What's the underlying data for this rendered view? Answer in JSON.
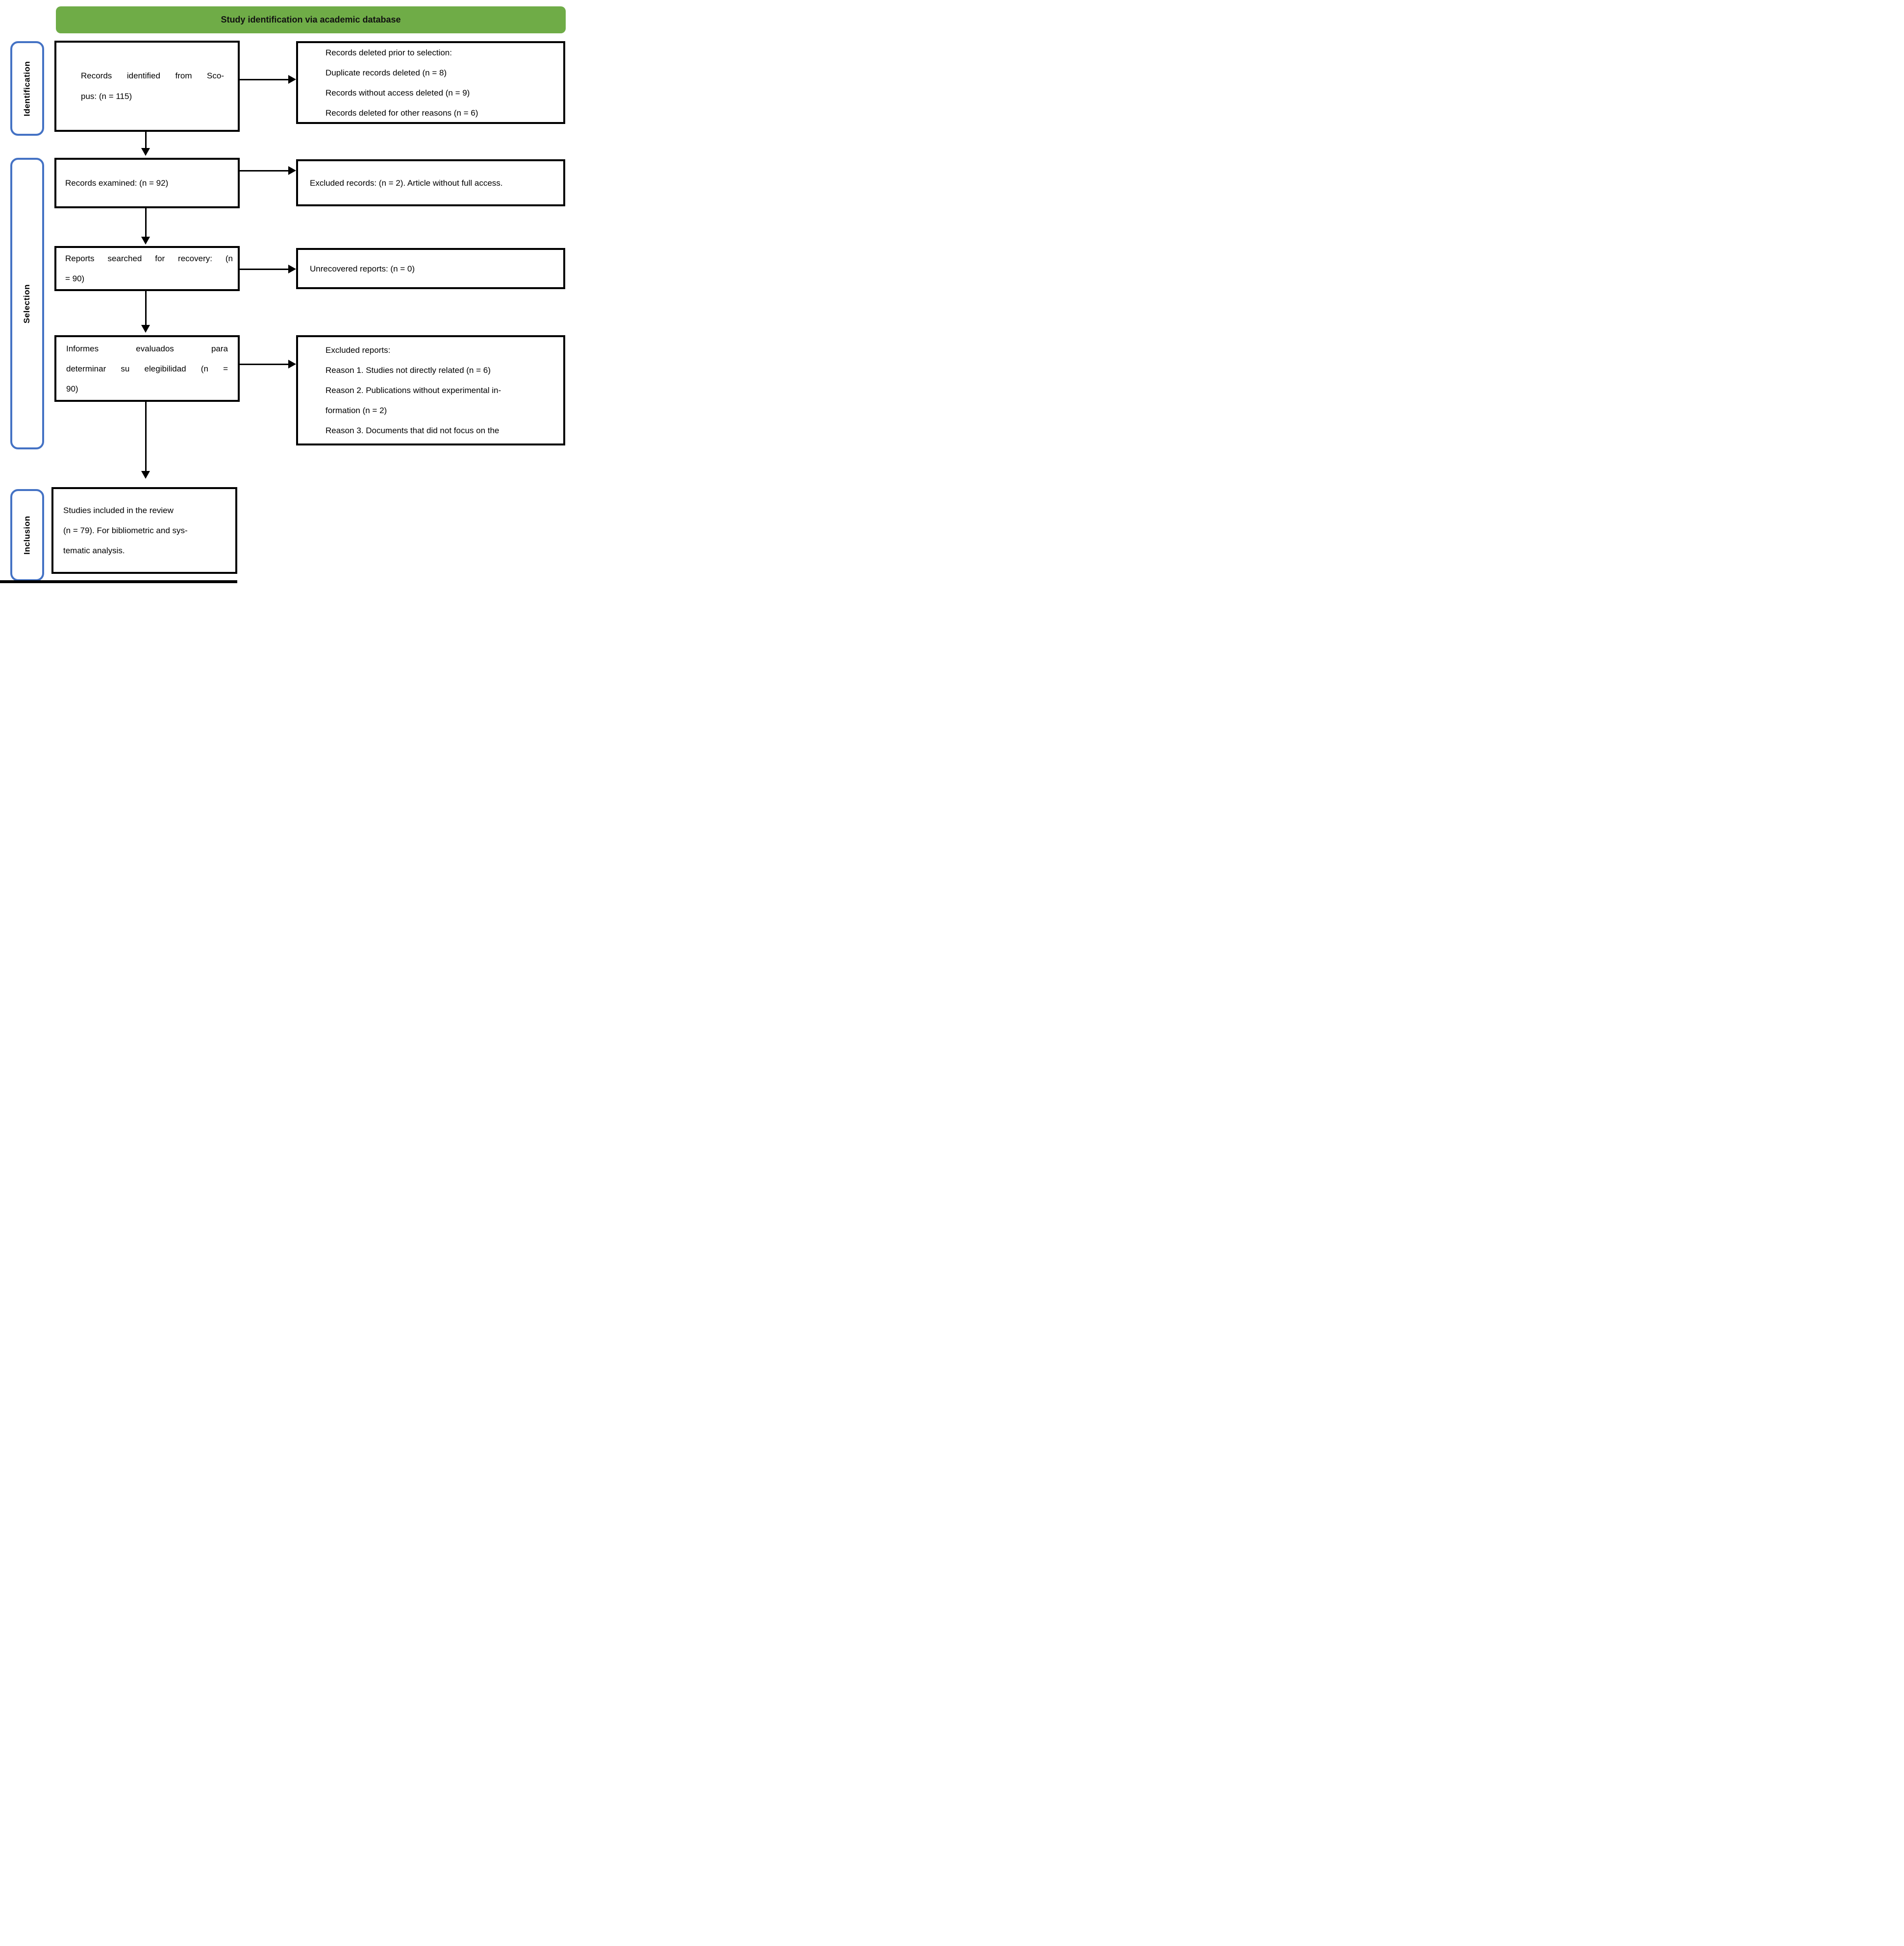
{
  "header": {
    "title": "Study identification via academic database",
    "bg_color": "#6FAC47"
  },
  "accent_colors": {
    "stage_label_border": "#4472C4",
    "box_border": "#000000"
  },
  "stage_labels": {
    "identification": "Identification",
    "selection": "Selection",
    "inclusion": "Inclusion"
  },
  "boxes": {
    "identified": {
      "lines": [
        "Records identified from Sco-",
        "pus: (n = 115)"
      ]
    },
    "deleted_prior": {
      "lines": [
        "Records deleted prior to selection:",
        "Duplicate records deleted (n = 8)",
        "Records without access deleted (n = 9)",
        "Records deleted for other reasons (n = 6)"
      ]
    },
    "examined": {
      "lines": [
        "Records examined: (n = 92)"
      ]
    },
    "excluded_records": {
      "lines": [
        "Excluded records: (n = 2). Article without full access."
      ]
    },
    "searched": {
      "lines": [
        "Reports searched for recovery: (n",
        "= 90)"
      ]
    },
    "unrecovered": {
      "lines": [
        "Unrecovered reports: (n = 0)"
      ]
    },
    "evaluated": {
      "lines": [
        "Informes evaluados para",
        "determinar su elegibilidad (n =",
        "90)"
      ]
    },
    "excluded_reports": {
      "lines": [
        "Excluded reports:",
        "Reason 1. Studies not directly related (n = 6)",
        "Reason 2. Publications without experimental in-",
        "formation (n = 2)",
        "Reason 3. Documents that did not focus on the"
      ]
    },
    "included": {
      "lines": [
        "Studies included in the review",
        "(n = 79). For bibliometric and sys-",
        "tematic analysis."
      ]
    }
  }
}
